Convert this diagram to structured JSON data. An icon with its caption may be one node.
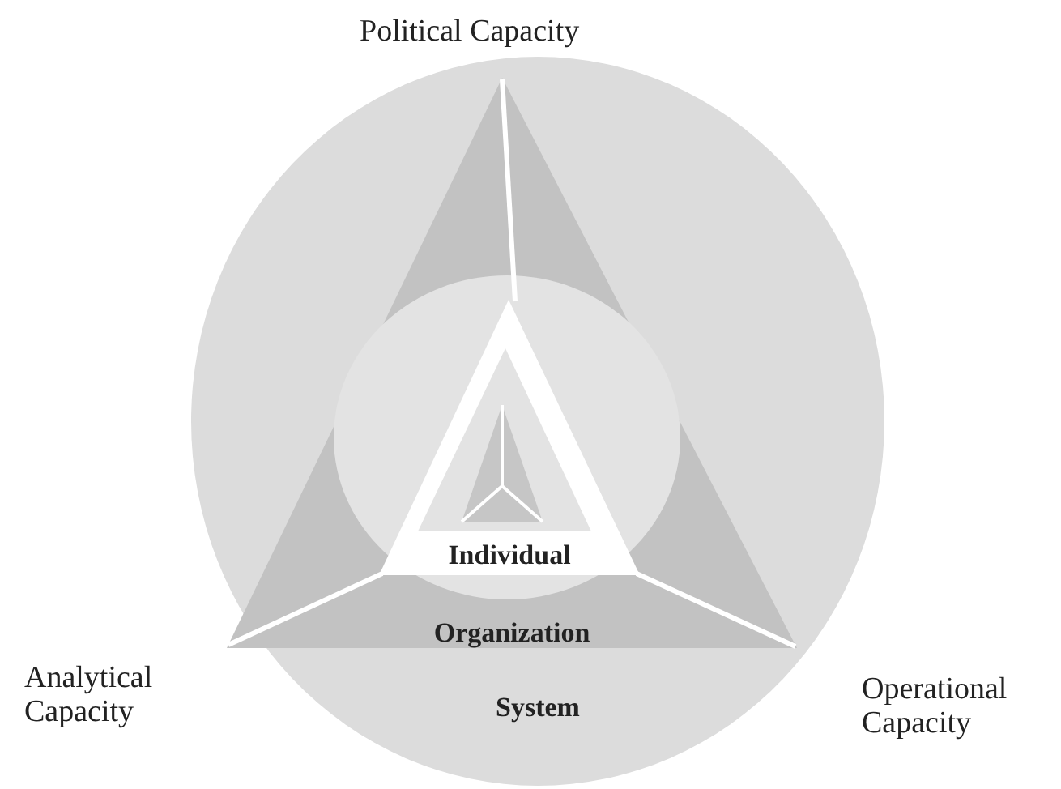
{
  "diagram": {
    "nodes": [
      {
        "text": [
          "System"
        ]
      },
      {
        "text": [
          "Organization"
        ],
        "in": 0
      },
      {
        "text": [],
        "shape": "circle",
        "in": 1
      },
      {
        "text": [
          "Individual"
        ],
        "in": 2
      },
      {
        "text": [],
        "shape": "triangle",
        "in": 3
      }
    ],
    "labels": [
      "Political Capacity",
      "Analytical Capacity",
      "Operational Capacity"
    ]
  }
}
